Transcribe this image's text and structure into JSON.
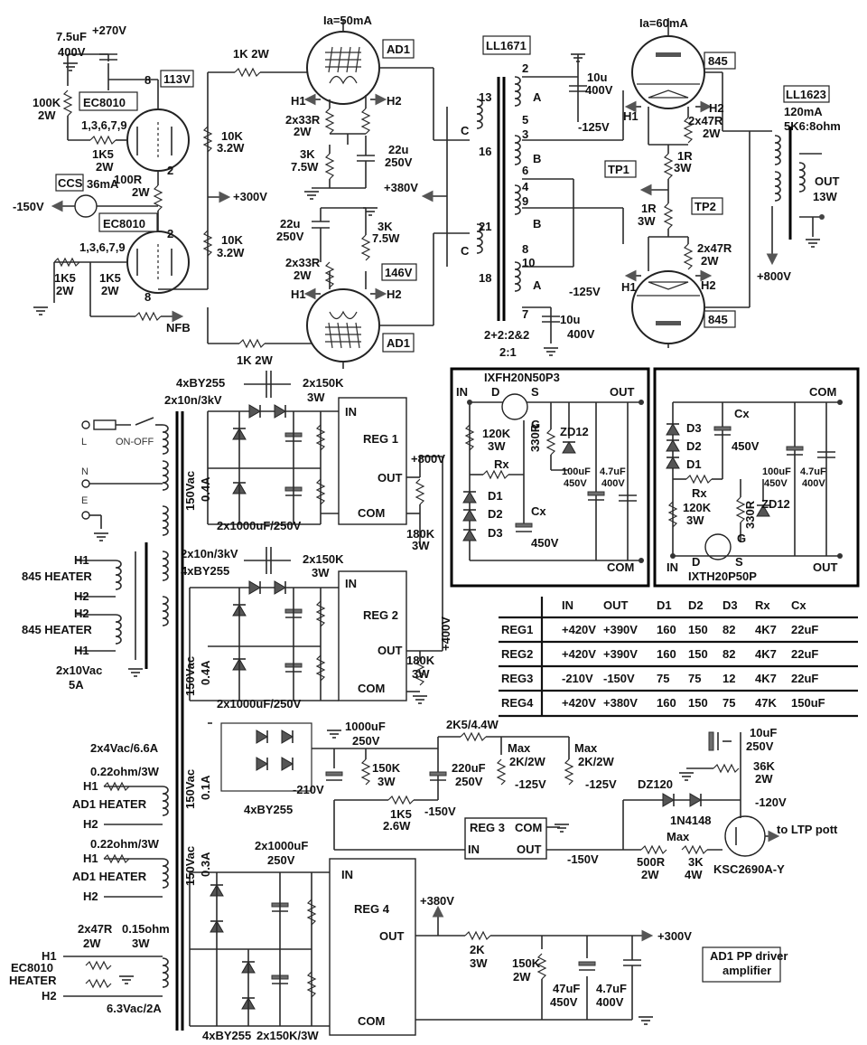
{
  "title": "AD1 PP driver amplifier",
  "amp": {
    "v270": "+270V",
    "c7u5": "7.5uF",
    "c7u5v": "400V",
    "r100k": "100K",
    "r100kw": "2W",
    "ec8010_top": "EC8010",
    "ec8010_bot": "EC8010",
    "v113": "113V",
    "pins_top": "1,3,6,7,9",
    "pins_bot": "1,3,6,7,9",
    "pin8a": "8",
    "pin2a": "2",
    "pin2b": "2",
    "pin8b": "8",
    "r1k5a": "1K5",
    "r1k5aw": "2W",
    "r100r": "100R",
    "r100rw": "2W",
    "ccs": "CCS",
    "ccs_i": "36mA",
    "vm150": "-150V",
    "r1k5b": "1K5",
    "r1k5bw": "2W",
    "r1k5c": "1K5",
    "r1k5cw": "2W",
    "nfb": "NFB",
    "r1k2w_top": "1K 2W",
    "r1k2w_bot": "1K 2W",
    "r10k_top": "10K",
    "r10k_topw": "3.2W",
    "r10k_bot": "10K",
    "r10k_botw": "3.2W",
    "v300": "+300V",
    "v380": "+380V",
    "ia50": "Ia=50mA",
    "ad1_top": "AD1",
    "ad1_bot": "AD1",
    "h1": "H1",
    "h2": "H2",
    "r2x33a": "2x33R",
    "r2x33aw": "2W",
    "r2x33b": "2x33R",
    "r2x33bw": "2W",
    "r3ka": "3K",
    "r3kaw": "7.5W",
    "r3kb": "3K",
    "r3kbw": "7.5W",
    "c22ua": "22u",
    "c22uav": "250V",
    "c22ub": "22u",
    "c22ubv": "250V",
    "v146": "146V",
    "ll1671": "LL1671",
    "ratio": "2+2:2&2",
    "ratio2": "2:1",
    "pins": [
      "2",
      "5",
      "3",
      "6",
      "4",
      "9",
      "8",
      "10",
      "7",
      "13",
      "16",
      "21",
      "18"
    ],
    "pin_a": "A",
    "pin_b": "B",
    "pin_c": "C",
    "c10u": "10u",
    "c10uv": "400V",
    "vm125": "-125V",
    "ia60": "Ia=60mA",
    "t845_top": "845",
    "t845_bot": "845",
    "r2x47a": "2x47R",
    "r2x47aw": "2W",
    "r2x47b": "2x47R",
    "r2x47bw": "2W",
    "r1r3w": "1R",
    "r1r3ww": "3W",
    "tp1": "TP1",
    "tp2": "TP2",
    "ll1623": "LL1623",
    "ll1623_i": "120mA",
    "ll1623_z": "5K6:8ohm",
    "out": "OUT",
    "out_w": "13W",
    "v800": "+800V"
  },
  "psu": {
    "bridge1": "4xBY255",
    "bridge1c": "2x10n/3kV",
    "r2x150k": "2x150K",
    "r2x150kw": "3W",
    "ac150a": "150Vac",
    "ac150ai": "0.4A",
    "caps1": "2x1000uF/250V",
    "reg1": "REG 1",
    "in": "IN",
    "outp": "OUT",
    "com": "COM",
    "v800": "+800V",
    "r180k": "180K",
    "r180kw": "3W",
    "bridge2c": "2x10n/3kV",
    "bridge2": "4xBY255",
    "ac150b": "150Vac",
    "ac150bi": "0.4A",
    "caps2": "2x1000uF/250V",
    "reg2": "REG 2",
    "v400": "+400V",
    "l": "L",
    "onoff": "ON-OFF",
    "n": "N",
    "e": "E",
    "h845a": "845 HEATER",
    "h845b": "845 HEATER",
    "ac10": "2x10Vac",
    "ac10i": "5A",
    "ac4": "2x4Vac/6.6A",
    "r022a": "0.22ohm/3W",
    "ad1h": "AD1 HEATER",
    "r022b": "0.22ohm/3W",
    "ad1h2": "AD1 HEATER",
    "r2x47": "2x47R",
    "r2x47w": "2W",
    "r015": "0.15ohm",
    "r015w": "3W",
    "ec8010h": "EC8010",
    "ec8010h2": "HEATER",
    "ac63": "6.3Vac/2A",
    "ac150c": "150Vac",
    "ac150ci": "0.1A",
    "bridge3": "4xBY255",
    "c1000": "1000uF",
    "c1000v": "250V",
    "r150k": "150K",
    "r150kw": "3W",
    "vm210": "-210V",
    "r1k5": "1K5",
    "r1k5w": "2.6W",
    "vm150": "-150V",
    "r2k5": "2K5/4.4W",
    "c220": "220uF",
    "c220v": "250V",
    "max": "Max",
    "pot2k": "2K/2W",
    "vm125": "-125V",
    "reg3": "REG 3",
    "c10uf": "10uF",
    "c10ufv": "250V",
    "r36k": "36K",
    "r36kw": "2W",
    "dz120": "DZ120",
    "d4148": "1N4148",
    "vm120": "-120V",
    "to_ltp": "to LTP pott",
    "r500": "500R",
    "r500w": "2W",
    "r3k": "3K",
    "r3kw": "4W",
    "ksc": "KSC2690A-Y",
    "ac150d": "150Vac",
    "ac150di": "0.3A",
    "c2x1000": "2x1000uF",
    "c2x1000v": "250V",
    "reg4": "REG 4",
    "v380": "+380V",
    "v300": "+300V",
    "r2k": "2K",
    "r2kw": "3W",
    "r150k2": "150K",
    "r150k2w": "2W",
    "c47": "47uF",
    "c47v": "450V",
    "c4u7": "4.7uF",
    "c4u7v": "400V",
    "bridge4": "4xBY255",
    "r2x150k3w": "2x150K/3W"
  },
  "regs": {
    "mos1": "IXFH20N50P3",
    "mos2": "IXTH20P50P",
    "in": "IN",
    "out": "OUT",
    "com": "COM",
    "d": "D",
    "s": "S",
    "g": "G",
    "r120k": "120K",
    "r120kw": "3W",
    "rx": "Rx",
    "cx": "Cx",
    "cxv": "450V",
    "r330": "330R",
    "zd12": "ZD12",
    "c100": "100uF",
    "c100v": "450V",
    "c4u7": "4.7uF",
    "c4u7v": "400V",
    "d1": "D1",
    "d2": "D2",
    "d3": "D3"
  },
  "table": {
    "headers": [
      "",
      "IN",
      "OUT",
      "D1",
      "D2",
      "D3",
      "Rx",
      "Cx"
    ],
    "rows": [
      [
        "REG1",
        "+420V",
        "+390V",
        "160",
        "150",
        "82",
        "4K7",
        "22uF"
      ],
      [
        "REG2",
        "+420V",
        "+390V",
        "160",
        "150",
        "82",
        "4K7",
        "22uF"
      ],
      [
        "REG3",
        "-210V",
        "-150V",
        "75",
        "75",
        "12",
        "4K7",
        "22uF"
      ],
      [
        "REG4",
        "+420V",
        "+380V",
        "160",
        "150",
        "75",
        "47K",
        "150uF"
      ]
    ]
  }
}
